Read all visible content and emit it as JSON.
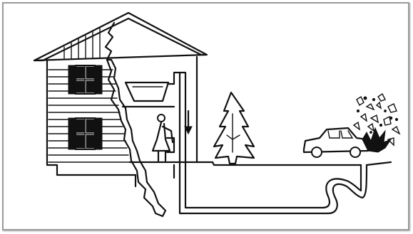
{
  "figure": {
    "type": "line-drawing",
    "colors": {
      "ink": "#111111",
      "paper": "#ffffff",
      "frame": "#9a9a9a"
    },
    "elements": [
      "house-with-cracked-wall",
      "kitchen-sink",
      "woman-figure",
      "drain-pipe",
      "sewer-line",
      "pine-tree",
      "car",
      "debris-burst"
    ],
    "text": []
  }
}
